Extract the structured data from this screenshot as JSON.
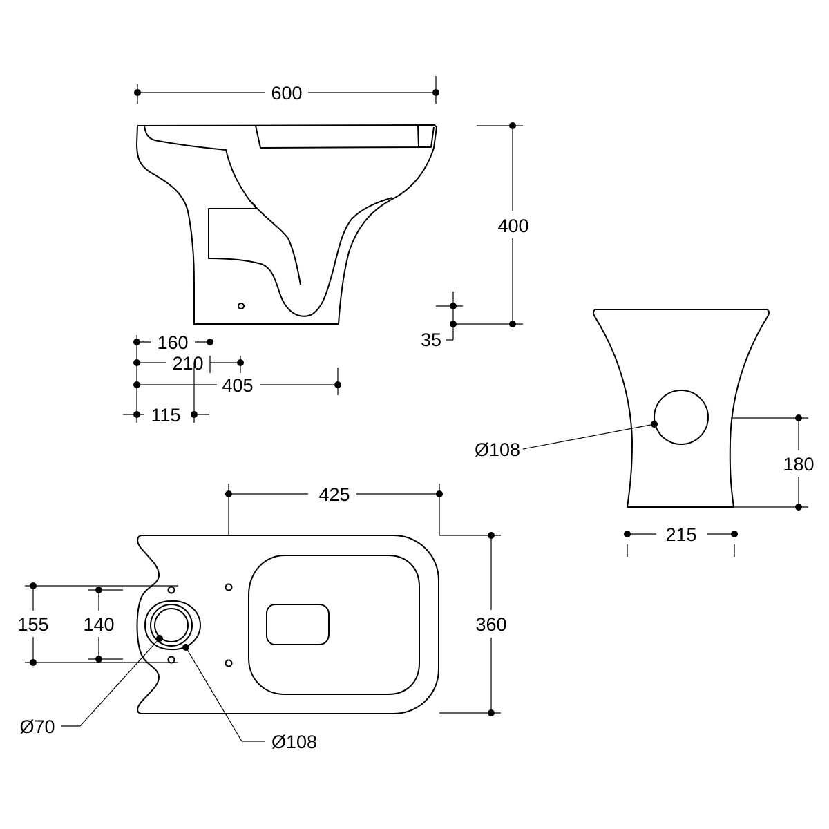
{
  "dimensions": {
    "side_width": "600",
    "side_height": "400",
    "floor_gap": "35",
    "setout_160": "160",
    "setout_210": "210",
    "setout_405": "405",
    "setout_115": "115",
    "back_outlet_dia": "Ø108",
    "back_outlet_height": "180",
    "back_base_width": "215",
    "plan_length": "425",
    "plan_depth": "360",
    "plan_155": "155",
    "plan_140": "140",
    "plan_inner_dia": "Ø70",
    "plan_outer_dia": "Ø108"
  }
}
